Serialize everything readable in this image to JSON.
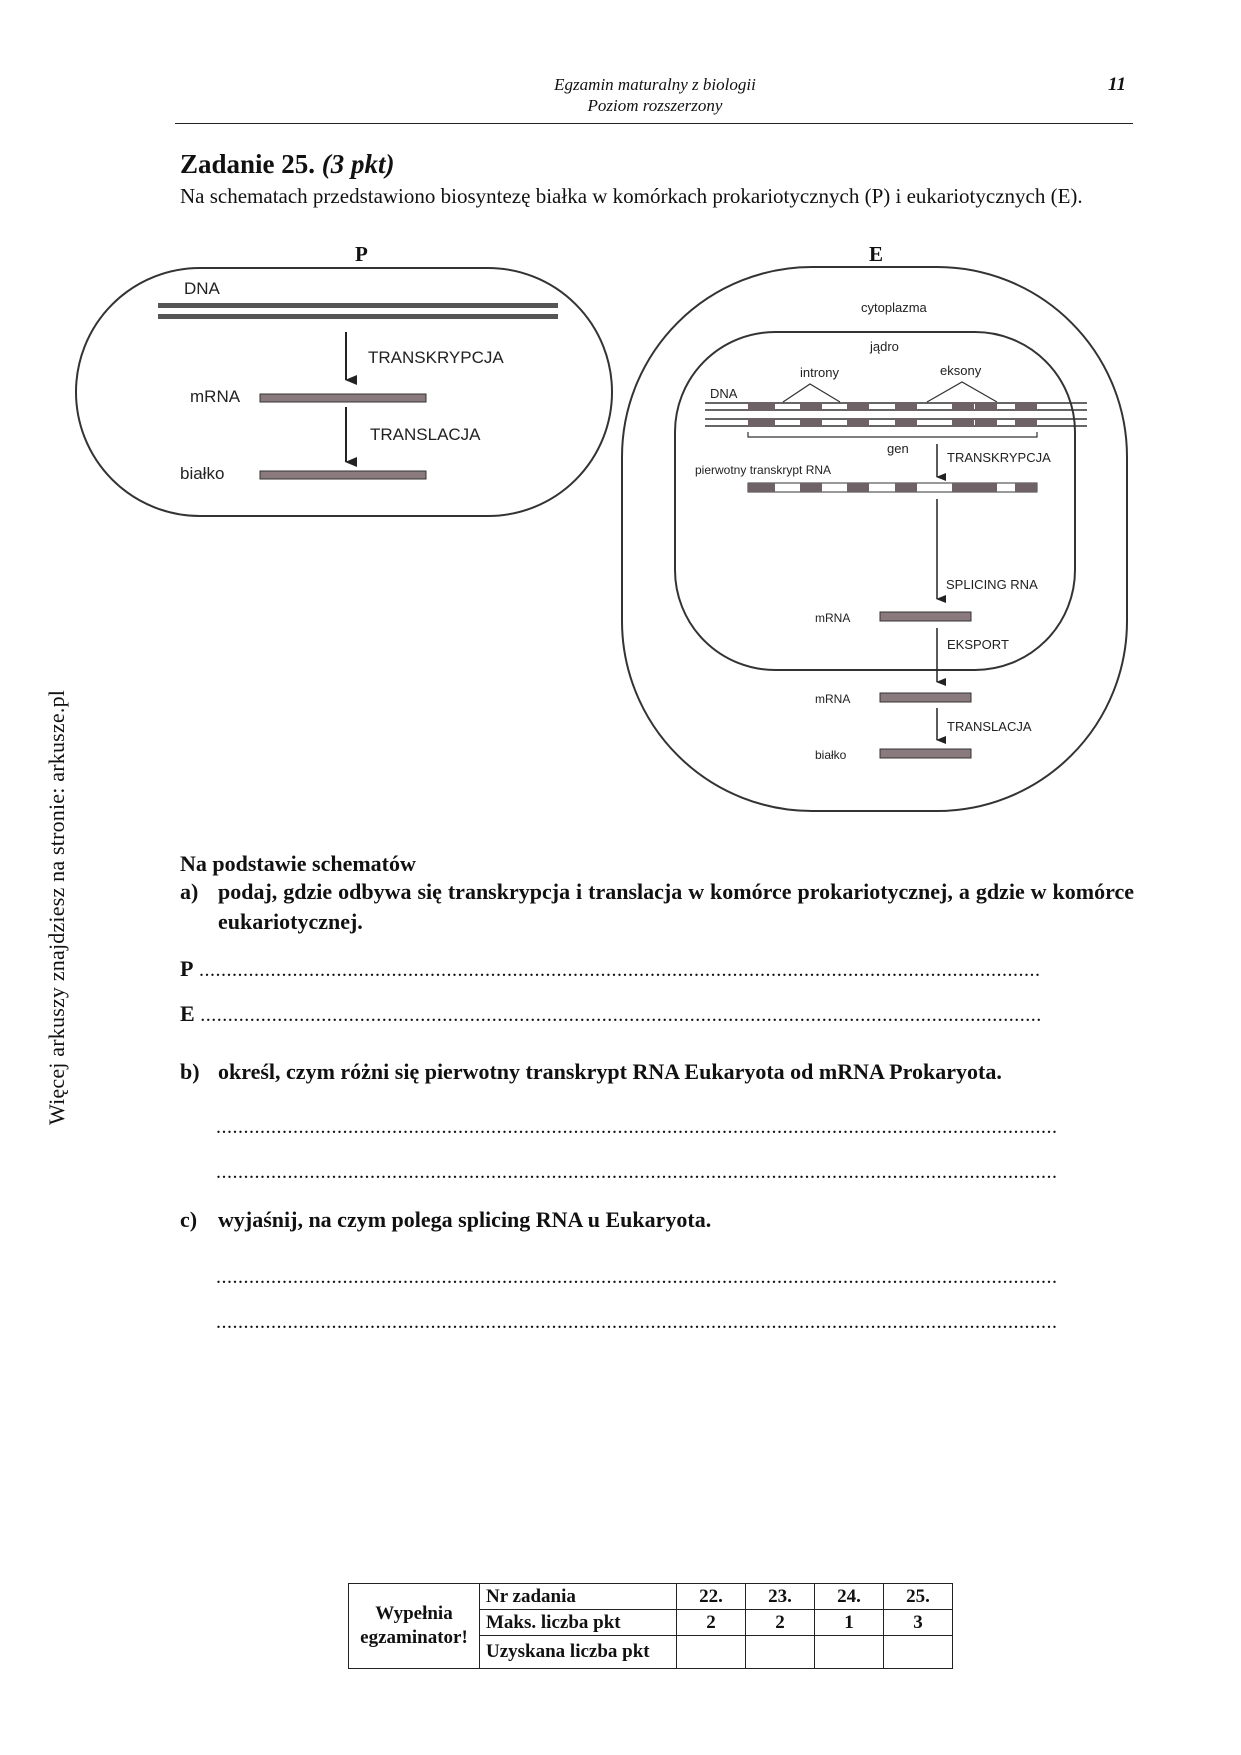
{
  "header": {
    "line1": "Egzamin maturalny z biologii",
    "line2": "Poziom rozszerzony",
    "page_number": "11"
  },
  "sidebar": {
    "text": "Więcej arkuszy znajdziesz na stronie: arkusze.pl"
  },
  "task": {
    "title": "Zadanie 25.",
    "points": "(3 pkt)",
    "intro": "Na schematach przedstawiono biosyntezę białka w komórkach prokariotycznych (P) i eukariotycznych (E)."
  },
  "diagram_p": {
    "label": "P",
    "dna": "DNA",
    "transcription": "TRANSKRYPCJA",
    "mrna": "mRNA",
    "translation": "TRANSLACJA",
    "protein": "białko"
  },
  "diagram_e": {
    "label": "E",
    "cytoplasm": "cytoplazma",
    "nucleus": "jądro",
    "introns": "introny",
    "exons": "eksony",
    "dna": "DNA",
    "gene": "gen",
    "transcription": "TRANSKRYPCJA",
    "primary_transcript": "pierwotny transkrypt RNA",
    "splicing": "SPLICING RNA",
    "mrna_nucleus": "mRNA",
    "export": "EKSPORT",
    "mrna_cytoplasm": "mRNA",
    "translation": "TRANSLACJA",
    "protein": "białko"
  },
  "questions": {
    "lead": "Na podstawie schematów",
    "a_letter": "a)",
    "a_text": "podaj, gdzie odbywa się transkrypcja i translacja w komórce prokariotycznej, a gdzie w komórce eukariotycznej.",
    "a_p": "P",
    "a_e": "E",
    "b_letter": "b)",
    "b_text": "określ, czym różni się pierwotny transkrypt RNA Eukaryota od mRNA Prokaryota.",
    "c_letter": "c)",
    "c_text": "wyjaśnij, na czym polega splicing RNA u Eukaryota."
  },
  "score_table": {
    "fill_label": "Wypełnia egzaminator!",
    "row1": "Nr zadania",
    "row2": "Maks. liczba pkt",
    "row3": "Uzyskana liczba pkt",
    "tasks": [
      "22.",
      "23.",
      "24.",
      "25."
    ],
    "max_points": [
      "2",
      "2",
      "1",
      "3"
    ]
  }
}
